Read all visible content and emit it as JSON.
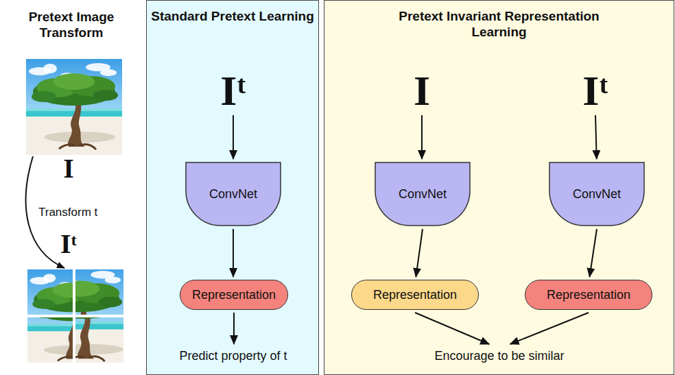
{
  "diagram": {
    "nodes": [
      {
        "text": [
          "Standard Pretext Learning"
        ]
      },
      {
        "text": [
          "Iᵗ"
        ],
        "in": 0
      },
      {
        "text": [
          "ConvNet"
        ],
        "in": 0
      },
      {
        "text": [
          "Representation"
        ],
        "in": 0
      },
      {
        "text": [
          "Predict property of t"
        ],
        "in": 0
      },
      {
        "text": [
          "Pretext Invariant Representation Learning"
        ]
      },
      {
        "text": [
          "I"
        ],
        "in": 5
      },
      {
        "text": [
          "Iᵗ"
        ],
        "in": 5
      },
      {
        "text": [
          "ConvNet"
        ],
        "in": 5
      },
      {
        "text": [
          "ConvNet"
        ],
        "in": 5
      },
      {
        "text": [
          "Representation"
        ],
        "in": 5
      },
      {
        "text": [
          "Representation"
        ],
        "in": 5
      },
      {
        "text": [
          "Encourage to be similar"
        ],
        "in": 5
      }
    ],
    "edges": [
      {
        "from": 1,
        "to": 2,
        "arrow": "to"
      },
      {
        "from": 2,
        "to": 3,
        "arrow": "to"
      },
      {
        "from": 3,
        "to": 4,
        "arrow": "to"
      },
      {
        "from": 6,
        "to": 8,
        "arrow": "to"
      },
      {
        "from": 7,
        "to": 9,
        "arrow": "to"
      },
      {
        "from": 8,
        "to": 10,
        "arrow": "to"
      },
      {
        "from": 9,
        "to": 11,
        "arrow": "to"
      },
      {
        "from": 10,
        "to": 12,
        "arrow": "to"
      },
      {
        "from": 11,
        "to": 12,
        "arrow": "to"
      }
    ],
    "labels": [
      "Pretext Image Transform",
      "I",
      "Transform t",
      "Iᵗ"
    ]
  }
}
